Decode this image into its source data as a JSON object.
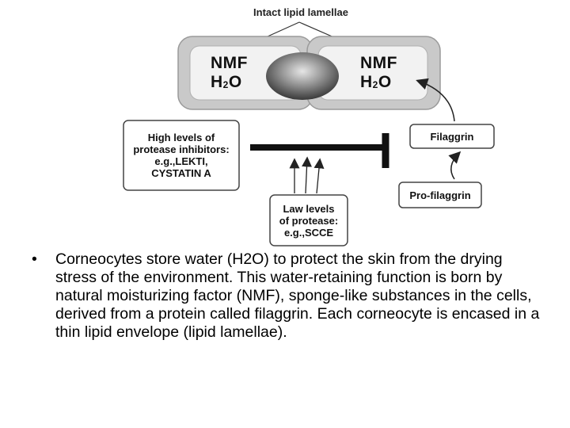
{
  "diagram": {
    "top_label": "Intact lipid lamellae",
    "left_cell": {
      "line1": "NMF",
      "line2_main": "H",
      "line2_sub": "2",
      "line2_tail": "O"
    },
    "right_cell": {
      "line1": "NMF",
      "line2_main": "H",
      "line2_sub": "2",
      "line2_tail": "O"
    },
    "inhibitors_box": [
      "High levels of",
      "protease inhibitors:",
      "e.g.,LEKTI,",
      "CYSTATIN A"
    ],
    "protease_box": [
      "Law levels",
      "of protease:",
      "e.g.,SCCE"
    ],
    "filaggrin_box": "Filaggrin",
    "profilaggrin_box": "Pro-filaggrin",
    "colors": {
      "cell_outer": "#c9c9c9",
      "cell_inner": "#f2f2f2",
      "box_border": "#444444",
      "arrow": "#222222"
    }
  },
  "caption": {
    "bullet": "•",
    "text": "Corneocytes store water (H2O) to protect the skin from the drying stress of the environment. This water-retaining function is born by natural moisturizing factor (NMF), sponge-like substances in the cells, derived from a protein called filaggrin. Each corneocyte is encased in a thin lipid envelope (lipid lamellae)."
  }
}
